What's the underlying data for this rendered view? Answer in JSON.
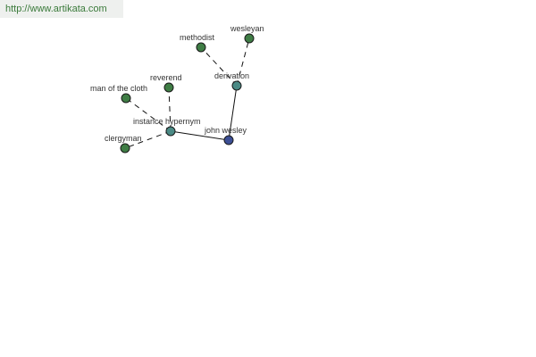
{
  "source": {
    "url_text": "http://www.artikata.com"
  },
  "graph": {
    "nodes": {
      "root": "john wesley",
      "instance_hypernym": "instance hypernym",
      "derivation": "derivation",
      "reverend": "reverend",
      "man_of_the_cloth": "man of the cloth",
      "clergyman": "clergyman",
      "methodist": "methodist",
      "wesleyan": "wesleyan"
    },
    "colors": {
      "leaf": "#3f7d45",
      "hub": "#4b8a85",
      "root": "#3c4f95"
    }
  }
}
